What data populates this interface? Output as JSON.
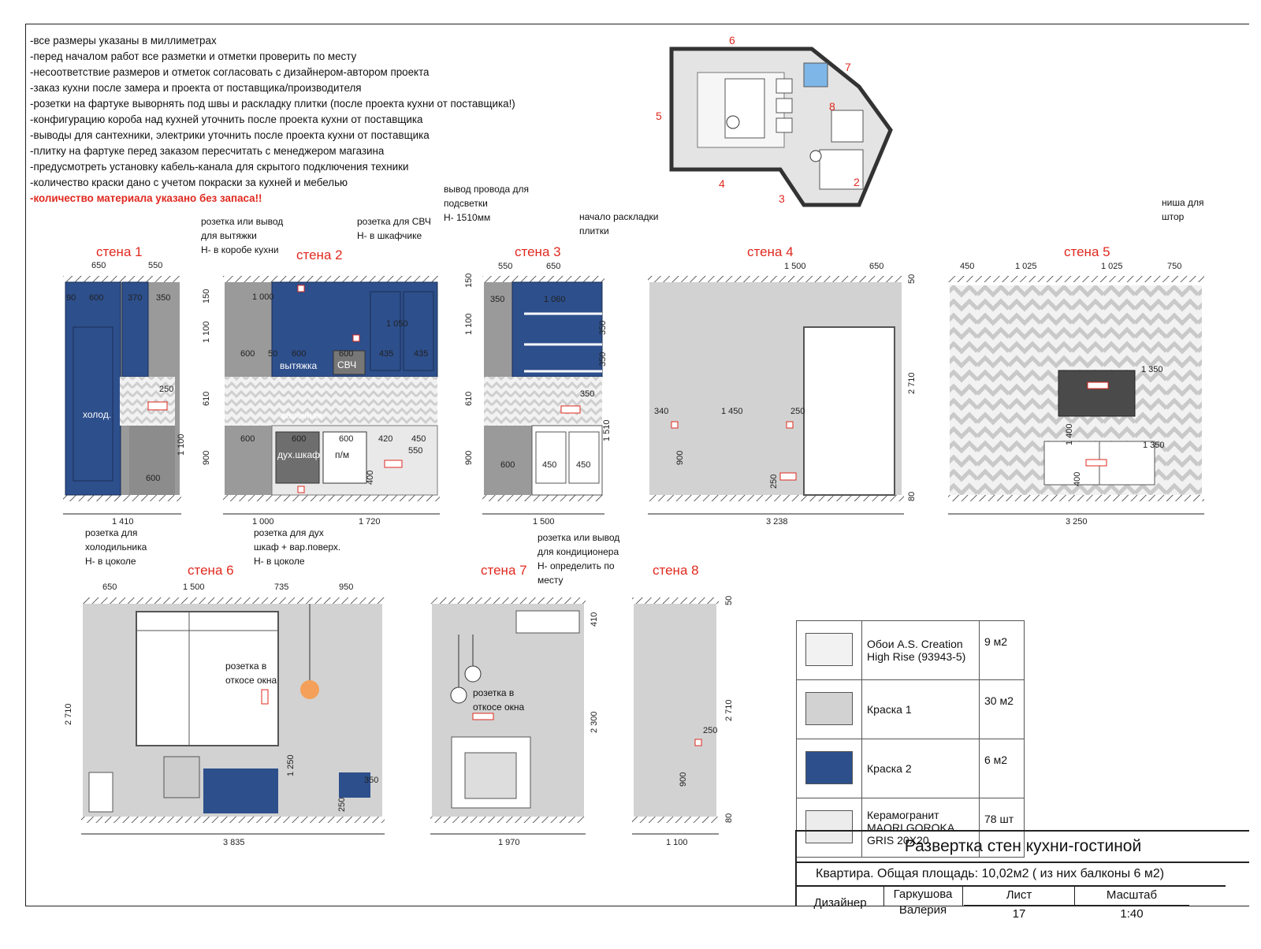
{
  "notes": [
    "-все размеры указаны в миллиметрах",
    "-перед началом работ все разметки и отметки проверить по месту",
    "-несоответствие размеров и отметок согласовать с дизайнером-автором проекта",
    "-заказ кухни после замера и проекта от поставщика/производителя",
    "-розетки на фартуке выворнять под швы и раскладку плитки (после проекта кухни от поставщика!)",
    "-конфигурацию короба над кухней уточнить после проекта кухни от поставщика",
    "-выводы для сантехники, электрики уточнить после проекта кухни от поставщика",
    "-плитку на фартуке перед заказом пересчитать с менеджером магазина",
    "-предусмотреть установку кабель-канала для скрытого подключения техники",
    "-количество краски дано с учетом покраски за кухней и мебелью"
  ],
  "warning": "-количество материала указано без запаса!!",
  "plan_numbers": [
    "6",
    "7",
    "8",
    "5",
    "4",
    "3",
    "2"
  ],
  "walls": {
    "w1": "стена 1",
    "w2": "стена 2",
    "w3": "стена 3",
    "w4": "стена 4",
    "w5": "стена 5",
    "w6": "стена 6",
    "w7": "стена 7",
    "w8": "стена 8"
  },
  "annotations": {
    "hood": "розетка или вывод\nдля вытяжки\nН- в коробе кухни",
    "mw": "розетка для СВЧ\nН- в шкафчике",
    "led": "вывод провода для\nподсветки\nН- 1510мм",
    "tile": "начало раскладки\nплитки",
    "niche": "ниша для\nштор",
    "fridge": "розетка для\nхолодильника\nН- в цоколе",
    "oven": "розетка для дух\nшкаф + вар.поверх.\nН- в цоколе",
    "ac": "розетка или вывод\nдля кондиционера\nН- определить по\nместу",
    "win6": "розетка в\nоткосе окна",
    "win7": "розетка в\nоткосе окна"
  },
  "appliance_labels": {
    "fridge": "холод.",
    "hood": "вытяжка",
    "mw": "СВЧ",
    "hob": "варочная",
    "oven": "дух.шкаф",
    "dw": "п/м"
  },
  "dims": {
    "w1_top": [
      "650",
      "550"
    ],
    "w1_sub": [
      "90",
      "600",
      "370",
      "350"
    ],
    "w1_bot": "1 410",
    "w2_bot": [
      "1 000",
      "1 720"
    ],
    "w2_in": [
      "1 000",
      "1 050",
      "600",
      "50",
      "600",
      "600",
      "435",
      "435",
      "600",
      "600",
      "600",
      "420",
      "450",
      "550",
      "400",
      "250"
    ],
    "w3_top": [
      "550",
      "650"
    ],
    "w3_in": [
      "350",
      "1 060",
      "350",
      "350",
      "350",
      "600",
      "450",
      "450",
      "1 510"
    ],
    "w3_bot": "1 500",
    "w4_top": [
      "1 500",
      "650"
    ],
    "w4_in": [
      "340",
      "1 450",
      "250",
      "900",
      "250",
      "2 710",
      "50",
      "80"
    ],
    "w4_bot": "3 238",
    "w5_top": [
      "450",
      "1 025",
      "1 025",
      "750"
    ],
    "w5_in": [
      "1 350",
      "1 400",
      "1 350",
      "400"
    ],
    "w5_bot": "3 250",
    "w6_top": [
      "650",
      "1 500",
      "735",
      "950"
    ],
    "w6_in": [
      "2 710",
      "1 250",
      "350",
      "250"
    ],
    "w6_bot": "3 835",
    "w7_in": [
      "410",
      "2 300"
    ],
    "w7_bot": "1 970",
    "w8_in": [
      "50",
      "2 710",
      "250",
      "900",
      "80"
    ],
    "w8_bot": "1 100",
    "left_h": [
      "150",
      "1 100",
      "610",
      "900"
    ],
    "w1_h": "1 100"
  },
  "legend": [
    {
      "name": "Обои A.S. Creation High Rise (93943-5)",
      "qty": "9 м2"
    },
    {
      "name": "Краска 1",
      "qty": "30 м2"
    },
    {
      "name": "Краска 2",
      "qty": "6 м2"
    },
    {
      "name": "Керамогранит MAORI GOROKA GRIS 20X20",
      "qty": "78 шт"
    }
  ],
  "title_block": {
    "title": "Развертка стен кухни-гостиной",
    "subtitle": "Квартира. Общая площадь: 10,02м2 ( из них балконы 6 м2)",
    "designer_label": "Дизайнер",
    "designer_name": "Гаркушова\nВалерия",
    "sheet_label": "Лист",
    "sheet_value": "17",
    "scale_label": "Масштаб",
    "scale_value": "1:40"
  },
  "colors": {
    "blue": "#2d4f8c",
    "grey": "#d2d2d2",
    "dark": "#8c8c8c",
    "red": "#e0291f"
  }
}
